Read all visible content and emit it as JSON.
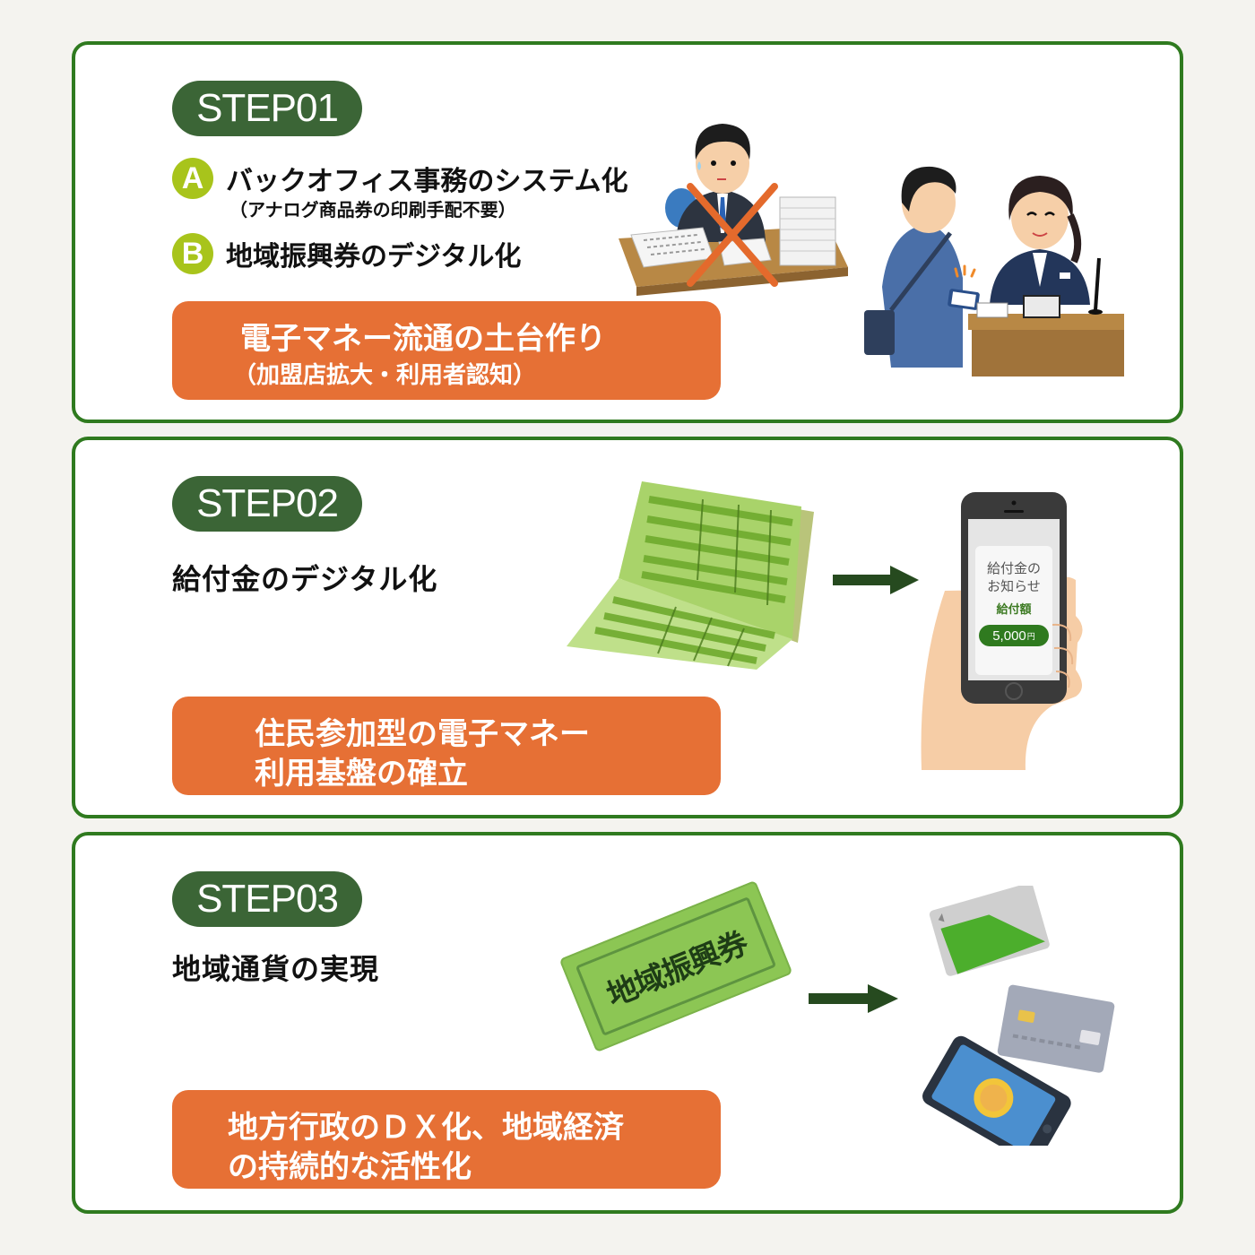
{
  "colors": {
    "background": "#f4f3ef",
    "card_border": "#2f7a1f",
    "step_badge": "#3b6536",
    "result_box": "#e67035",
    "letter_badge": "#a8c41b",
    "arrow": "#264a1f"
  },
  "steps": [
    {
      "badge": "STEP01",
      "items": [
        {
          "letter": "A",
          "text": "バックオフィス事務のシステム化",
          "sub": "（アナログ商品券の印刷手配不要）"
        },
        {
          "letter": "B",
          "text": "地域振興券のデジタル化"
        }
      ],
      "result": {
        "line1": "電子マネー流通の土台作り",
        "line2": "（加盟店拡大・利用者認知）"
      },
      "illustrations": [
        "office-worker-paperwork-crossed-out",
        "customer-paying-with-smartphone-at-counter"
      ]
    },
    {
      "badge": "STEP02",
      "heading": "給付金のデジタル化",
      "result": {
        "line1": "住民参加型の電子マネー",
        "line2": "利用基盤の確立"
      },
      "illustrations": [
        "passbook",
        "arrow-right",
        "smartphone-in-hand"
      ],
      "phone_screen": {
        "title_line1": "給付金の",
        "title_line2": "お知らせ",
        "label": "給付額",
        "amount": "5,000",
        "currency": "円"
      }
    },
    {
      "badge": "STEP03",
      "heading": "地域通貨の実現",
      "result": {
        "line1": "地方行政のＤＸ化、地域経済",
        "line2": "の持続的な活性化"
      },
      "illustrations": [
        "voucher",
        "arrow-right",
        "ic-card",
        "credit-card",
        "smartphone-coin"
      ],
      "voucher_text": "地域振興券"
    }
  ]
}
